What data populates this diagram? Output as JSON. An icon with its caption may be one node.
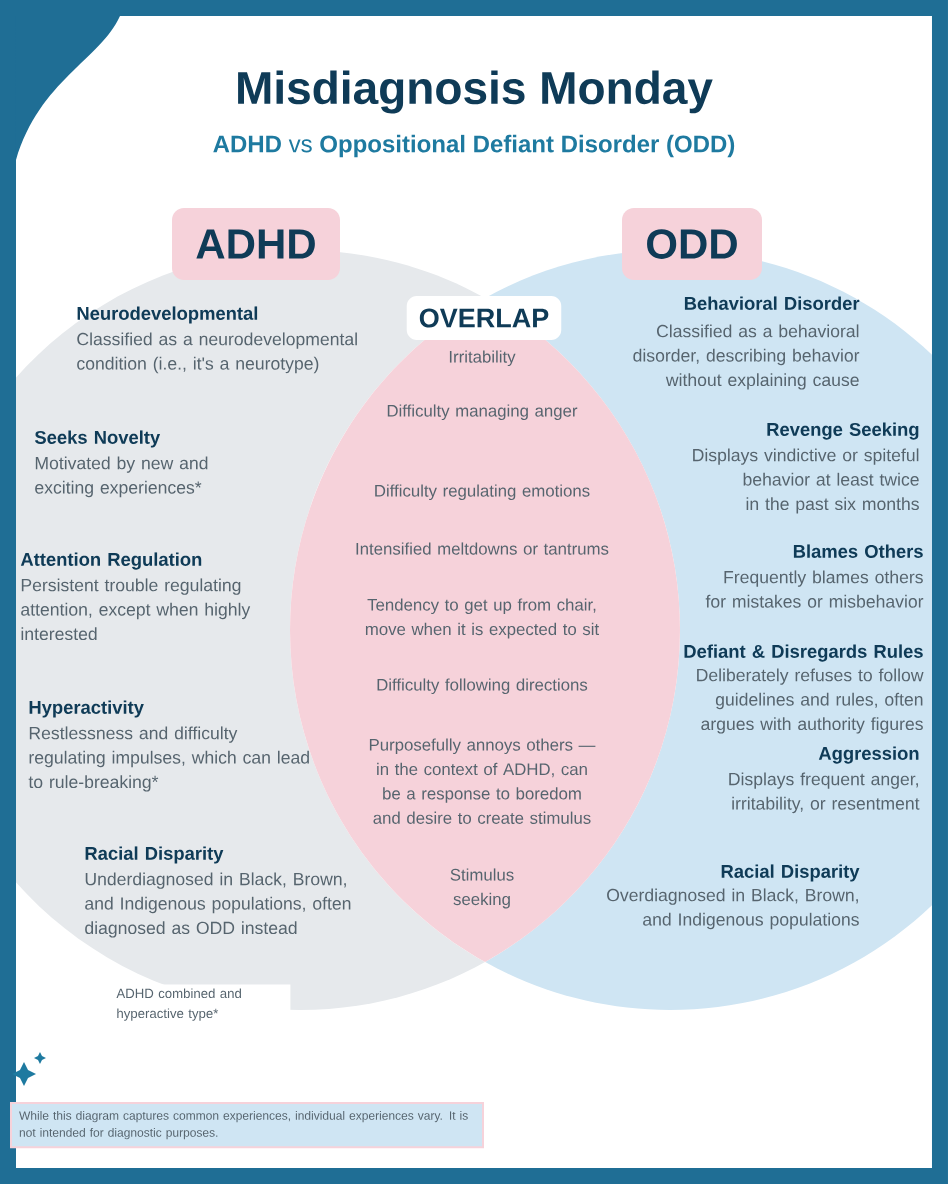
{
  "diagram": {
    "title": "Misdiagnosis Monday",
    "nodes": [
      {
        "text": [
          "ADHD",
          "Neurodevelopmental",
          "Classified as a neurodevelopmental condition (i.e., it's a neurotype)",
          "Seeks Novelty",
          "Motivated by new and exciting experiences*",
          "Attention Regulation",
          "Persistent trouble regulating attention, except when highly interested",
          "Hyperactivity",
          "Restlessness and difficulty regulating impulses, which can lead to rule-breaking*",
          "Racial Disparity",
          "Underdiagnosed in Black, Brown, and Indigenous populations, often diagnosed as ODD instead"
        ]
      },
      {
        "text": [
          "ODD",
          "Behavioral Disorder",
          "Classified as a behavioral disorder, describing behavior without explaining cause",
          "Revenge Seeking",
          "Displays vindictive or spiteful behavior at least twice in the past six months",
          "Blames Others",
          "Frequently blames others for mistakes or misbehavior",
          "Defiant & Disregards Rules",
          "Deliberately refuses to follow guidelines and rules, often argues with authority figures",
          "Aggression",
          "Displays frequent anger, irritability, or resentment",
          "Racial Disparity",
          "Overdiagnosed in Black, Brown, and Indigenous populations"
        ]
      },
      {
        "text": [
          "OVERLAP",
          "Irritability",
          "Difficulty managing anger",
          "Difficulty regulating emotions",
          "Intensified meltdowns or tantrums",
          "Tendency to get up from chair, move when it is expected to sit",
          "Difficulty following directions",
          "Purposefully annoys others — in the context of ADHD, can be a response to boredom and desire to create stimulus",
          "Stimulus seeking"
        ]
      }
    ],
    "labels": [
      "**ADHD** vs **Oppositional Defiant Disorder (ODD)**",
      "ADHD combined and hyperactive type*",
      "While this diagram captures common experiences, individual experiences vary. It is not intended for diagnostic purposes."
    ]
  }
}
